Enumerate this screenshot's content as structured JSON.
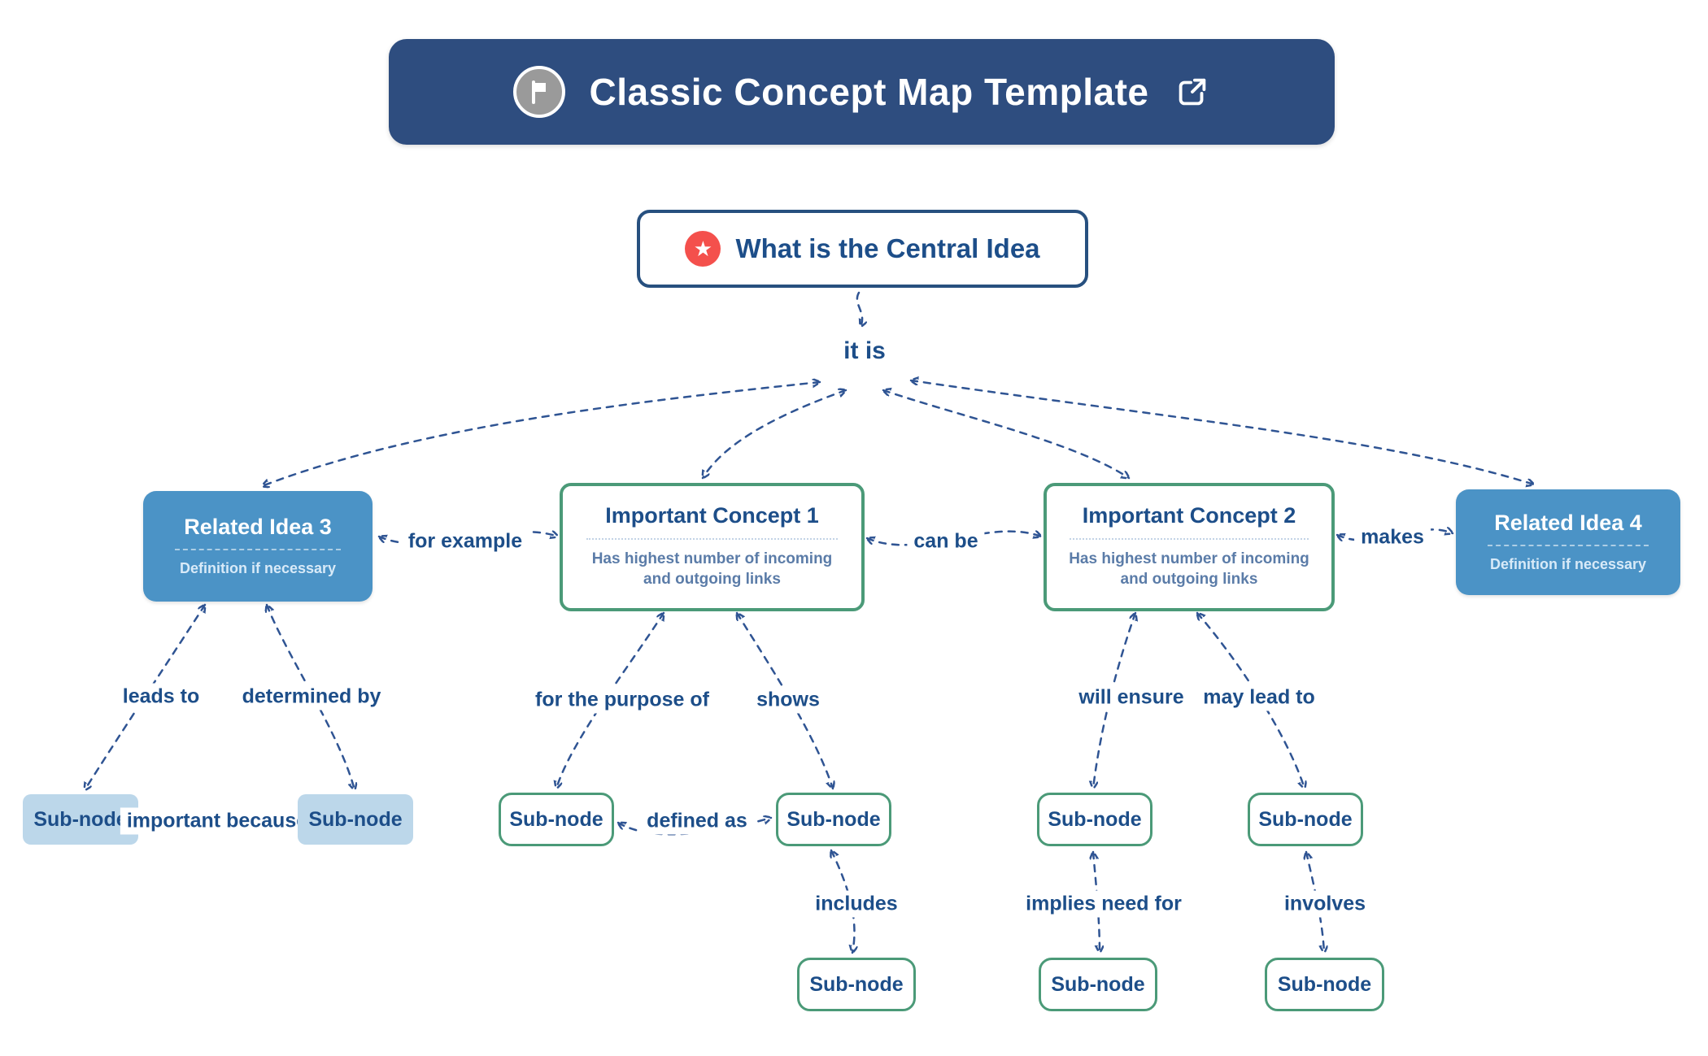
{
  "header": {
    "title": "Classic Concept Map Template",
    "flag_icon": "flag-icon",
    "open_icon": "external-link-icon"
  },
  "central": {
    "title": "What is the Central Idea",
    "icon": "star-icon"
  },
  "root_link_label": "it is",
  "nodes": {
    "related_idea_3": {
      "title": "Related Idea 3",
      "subtitle": "Definition if necessary"
    },
    "important_concept_1": {
      "title": "Important Concept 1",
      "subtitle": "Has highest number of incoming and outgoing links"
    },
    "important_concept_2": {
      "title": "Important Concept 2",
      "subtitle": "Has highest number of incoming and outgoing links"
    },
    "related_idea_4": {
      "title": "Related Idea 4",
      "subtitle": "Definition if necessary"
    }
  },
  "sub_nodes": [
    "Sub-node",
    "Sub-node",
    "Sub-node",
    "Sub-node",
    "Sub-node",
    "Sub-node",
    "Sub-node",
    "Sub-node",
    "Sub-node"
  ],
  "edge_labels": {
    "for_example": "for example",
    "can_be": "can be",
    "makes": "makes",
    "leads_to": "leads to",
    "determined_by": "determined by",
    "important_because": "important because",
    "for_the_purpose_of": "for the purpose of",
    "shows": "shows",
    "defined_as": "defined as",
    "includes": "includes",
    "will_ensure": "will ensure",
    "may_lead_to": "may lead to",
    "implies_need_for": "implies need for",
    "involves": "involves"
  },
  "colors": {
    "banner_bg": "#2e4d7f",
    "navy_text": "#1d4e89",
    "edge_line": "#2f5493",
    "blue_node_fill": "#4b93c6",
    "light_blue_fill": "#bcd7ea",
    "green_border": "#4b9a78",
    "red_badge": "#f4504c",
    "gray_badge": "#9a9a9a",
    "concept_subtext": "#5b7ca8"
  }
}
